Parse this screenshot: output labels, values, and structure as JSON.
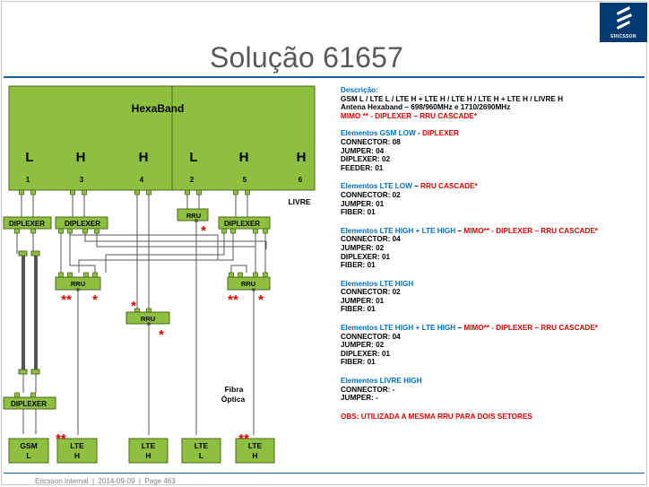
{
  "title": "Solução 61657",
  "logo": {
    "text": "ERICSSON",
    "icon": "ericsson-logo"
  },
  "footer": "Ericsson Internal  |  2014-09-09  |  Page 463",
  "diagram": {
    "antenna_label": "HexaBand",
    "ports": [
      {
        "band": "L",
        "num": "1"
      },
      {
        "band": "H",
        "num": "3"
      },
      {
        "band": "H",
        "num": "4"
      },
      {
        "band": "L",
        "num": "2"
      },
      {
        "band": "H",
        "num": "5"
      },
      {
        "band": "H",
        "num": "6"
      }
    ],
    "livre_label": "LIVRE",
    "diplexer_label": "DIPLEXER",
    "rru_label": "RRU",
    "fibra_label": "Fibra\nÓptica",
    "asterisk_single": "*",
    "asterisk_double": "**",
    "bottom_boxes": [
      {
        "line1": "GSM",
        "line2": "L"
      },
      {
        "line1": "LTE",
        "line2": "H"
      },
      {
        "line1": "LTE",
        "line2": "H"
      },
      {
        "line1": "LTE",
        "line2": "L"
      },
      {
        "line1": "LTE",
        "line2": "H"
      }
    ],
    "colors": {
      "box_fill": "#8fbf3f",
      "box_stroke": "#4a6b1c",
      "asterisk": "#e00000"
    }
  },
  "description": {
    "heading": "Descrição:",
    "lines": [
      "GSM L / LTE L / LTE H + LTE H / LTE H / LTE H + LTE H / LIVRE H",
      "Antena Hexaband – 698/960MHz  e  1710/2690MHz"
    ],
    "mimo_note": "MIMO ** - DIPLEXER – RRU CASCADE*",
    "sections": [
      {
        "title_blue": "Elementos GSM LOW",
        "title_sep": " - ",
        "title_red": "DIPLEXER",
        "items": [
          "CONNECTOR: 08",
          "JUMPER: 04",
          "DIPLEXER: 02",
          "FEEDER: 01"
        ]
      },
      {
        "title_blue": "Elementos LTE LOW",
        "title_sep": " – ",
        "title_red": "RRU CASCADE*",
        "items": [
          "CONNECTOR: 02",
          "JUMPER: 01",
          "FIBER: 01"
        ]
      },
      {
        "title_blue": "Elementos  LTE HIGH + LTE HIGH",
        "title_sep": " – ",
        "title_red": "MIMO** - DIPLEXER – RRU CASCADE*",
        "items": [
          "CONNECTOR: 04",
          "JUMPER: 02",
          "DIPLEXER: 01",
          "FIBER: 01"
        ]
      },
      {
        "title_blue": "Elementos LTE HIGH",
        "title_sep": "",
        "title_red": "",
        "items": [
          "CONNECTOR: 02",
          "JUMPER: 01",
          "FIBER: 01"
        ]
      },
      {
        "title_blue": "Elementos  LTE HIGH + LTE HIGH",
        "title_sep": " – ",
        "title_red": "MIMO** - DIPLEXER – RRU CASCADE*",
        "items": [
          "CONNECTOR: 04",
          "JUMPER: 02",
          "DIPLEXER: 01",
          "FIBER: 01"
        ]
      },
      {
        "title_blue": "Elementos  LIVRE HIGH",
        "title_sep": "",
        "title_red": "",
        "items": [
          "CONNECTOR: -",
          "JUMPER: -"
        ]
      }
    ],
    "obs": "OBS: UTILIZADA A MESMA RRU PARA DOIS SETORES"
  }
}
